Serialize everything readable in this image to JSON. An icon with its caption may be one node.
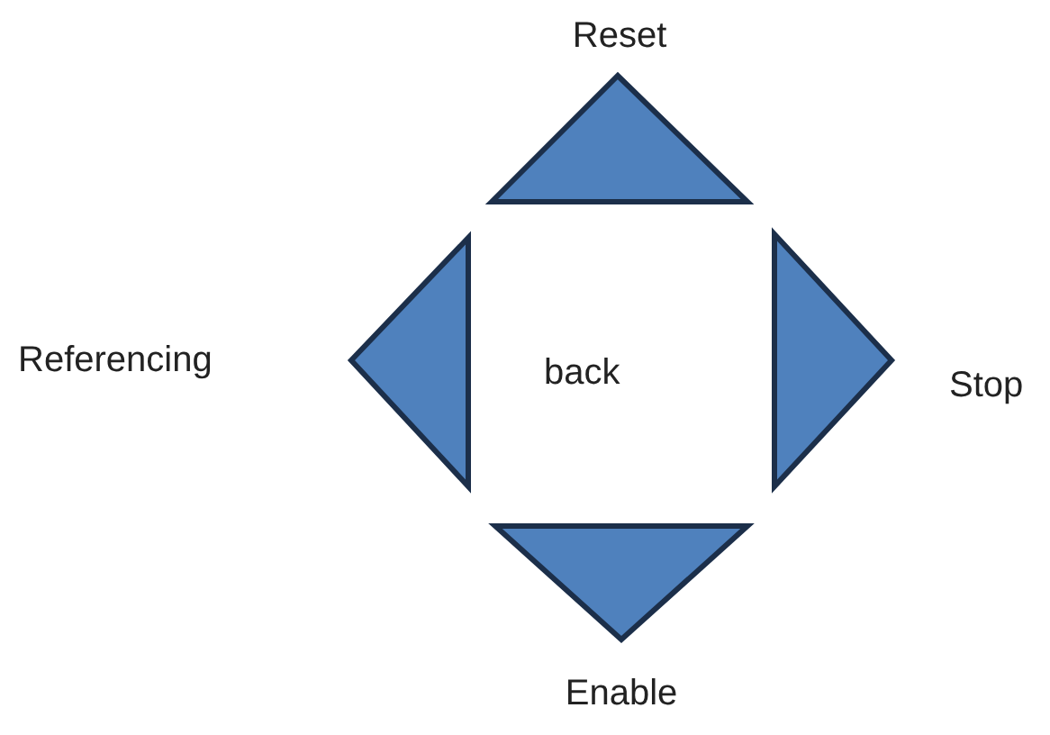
{
  "diagram": {
    "nodes": [
      {
        "text": [
          "Reset"
        ]
      },
      {
        "text": [
          "Referencing"
        ]
      },
      {
        "text": [
          "Stop"
        ]
      },
      {
        "text": [
          "Enable"
        ]
      }
    ],
    "labels": [
      "back"
    ]
  }
}
